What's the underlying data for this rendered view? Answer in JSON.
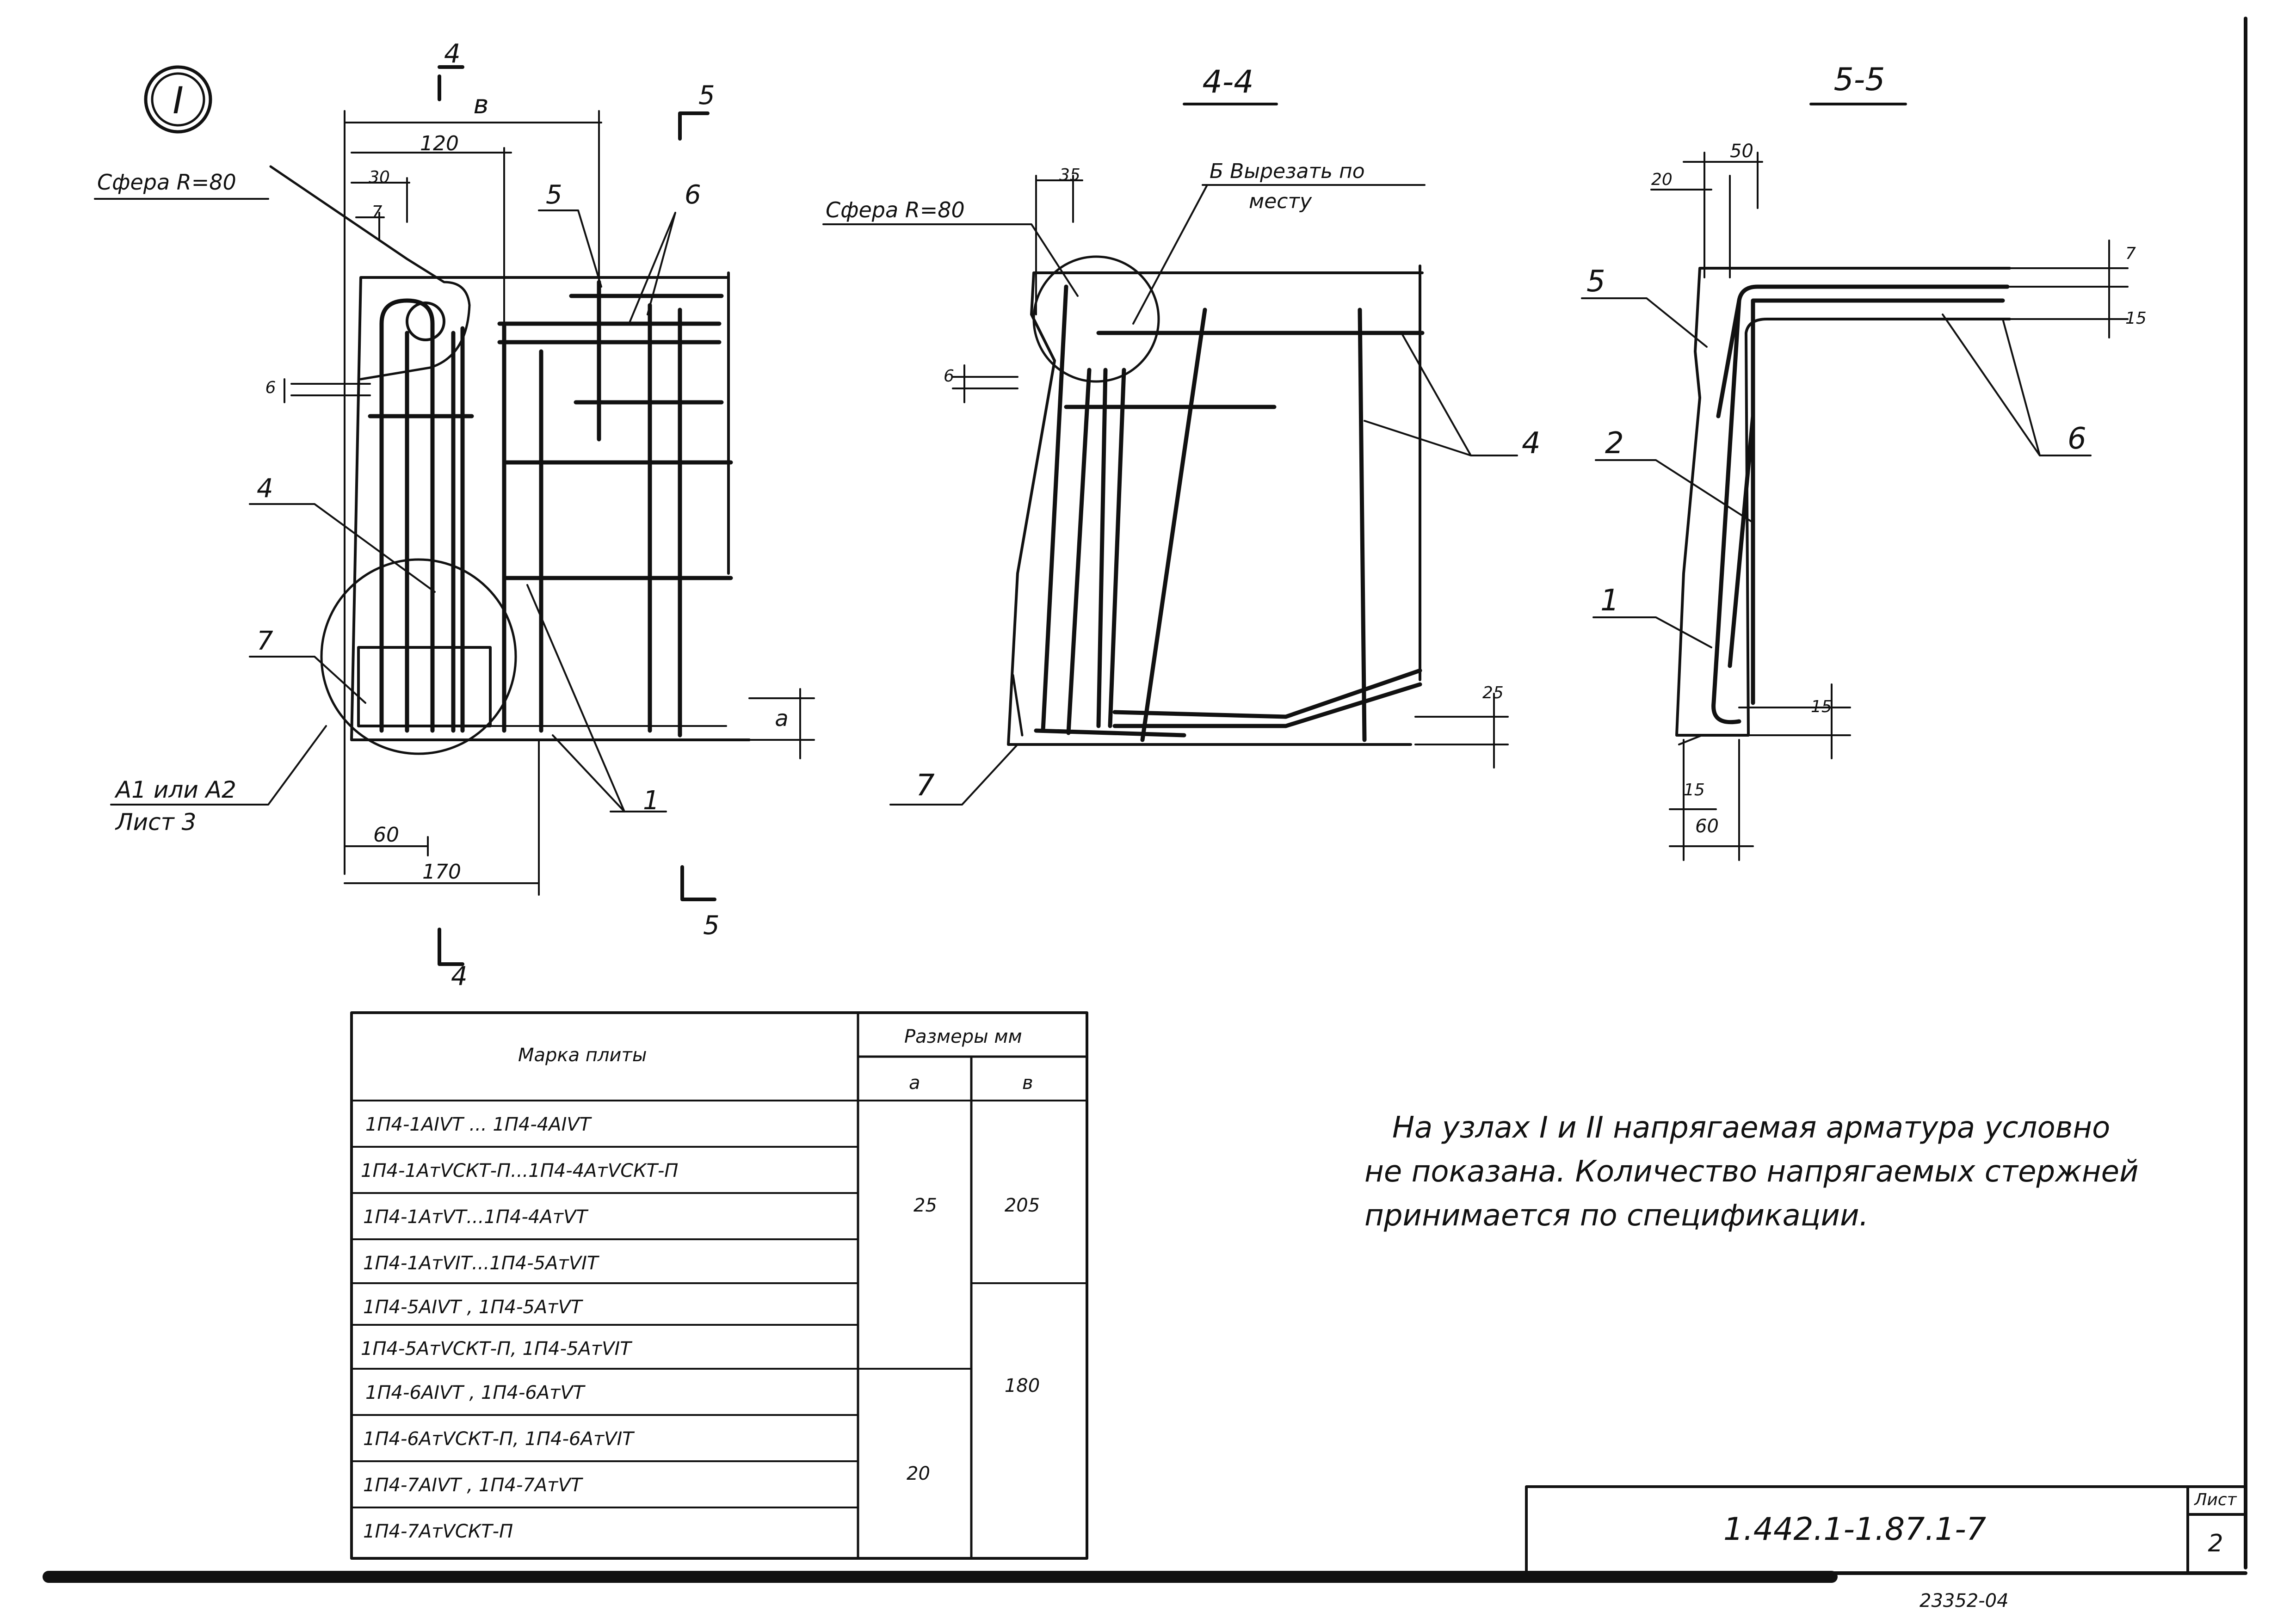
{
  "node_marker": "I",
  "node_labels": {
    "sphere": "Сфера R=80",
    "sphere_b": "Сфера R=80",
    "b": "в",
    "d120": "120",
    "d30": "30",
    "d7": "7",
    "d6": "6",
    "d60": "60",
    "d170": "170",
    "a": "а",
    "steel": "А1 или А2",
    "steel2": "Лист 3",
    "cut4": "4",
    "cut5": "5",
    "callouts": [
      "5",
      "6",
      "4",
      "7",
      "1"
    ]
  },
  "section_4_4": {
    "title": "4-4",
    "cut_label": "Б Вырезать по",
    "cut_label2": "месту",
    "d35": "35",
    "d6": "6",
    "d25": "25",
    "callouts": [
      "4",
      "7"
    ]
  },
  "section_5_5": {
    "title": "5-5",
    "d20": "20",
    "d50": "50",
    "d7": "7",
    "d15a": "15",
    "d15b": "15",
    "d15c": "15",
    "d60": "60",
    "callouts": [
      "5",
      "2",
      "1",
      "6"
    ]
  },
  "table": {
    "col_brand": "Марка плиты",
    "col_sizes": "Размеры мм",
    "col_a": "а",
    "col_b": "в",
    "rows": [
      "1П4-1АIVТ ... 1П4-4АIVТ",
      "1П4-1АтVСКТ-П...1П4-4АтVСКТ-П",
      "1П4-1АтVТ...1П4-4АтVТ",
      "1П4-1АтVIТ...1П4-5АтVIТ",
      "1П4-5АIVТ , 1П4-5АтVТ",
      "1П4-5АтVСКТ-П, 1П4-5АтVIТ",
      "1П4-6АIVТ , 1П4-6АтVТ",
      "1П4-6АтVСКТ-П, 1П4-6АтVIТ",
      "1П4-7АIVТ , 1П4-7АтVТ",
      "1П4-7АтVСКТ-П"
    ],
    "a_values": [
      "25",
      "20"
    ],
    "b_values": [
      "205",
      "180"
    ]
  },
  "note": {
    "line1": "На узлах I и II напрягаемая арматура условно",
    "line2": "не показана. Количество напрягаемых стержней",
    "line3": "принимается по спецификации."
  },
  "stamp": {
    "code": "1.442.1-1.87.1-7",
    "sheet_label": "Лист",
    "sheet_no": "2",
    "footer": "23352-04"
  }
}
